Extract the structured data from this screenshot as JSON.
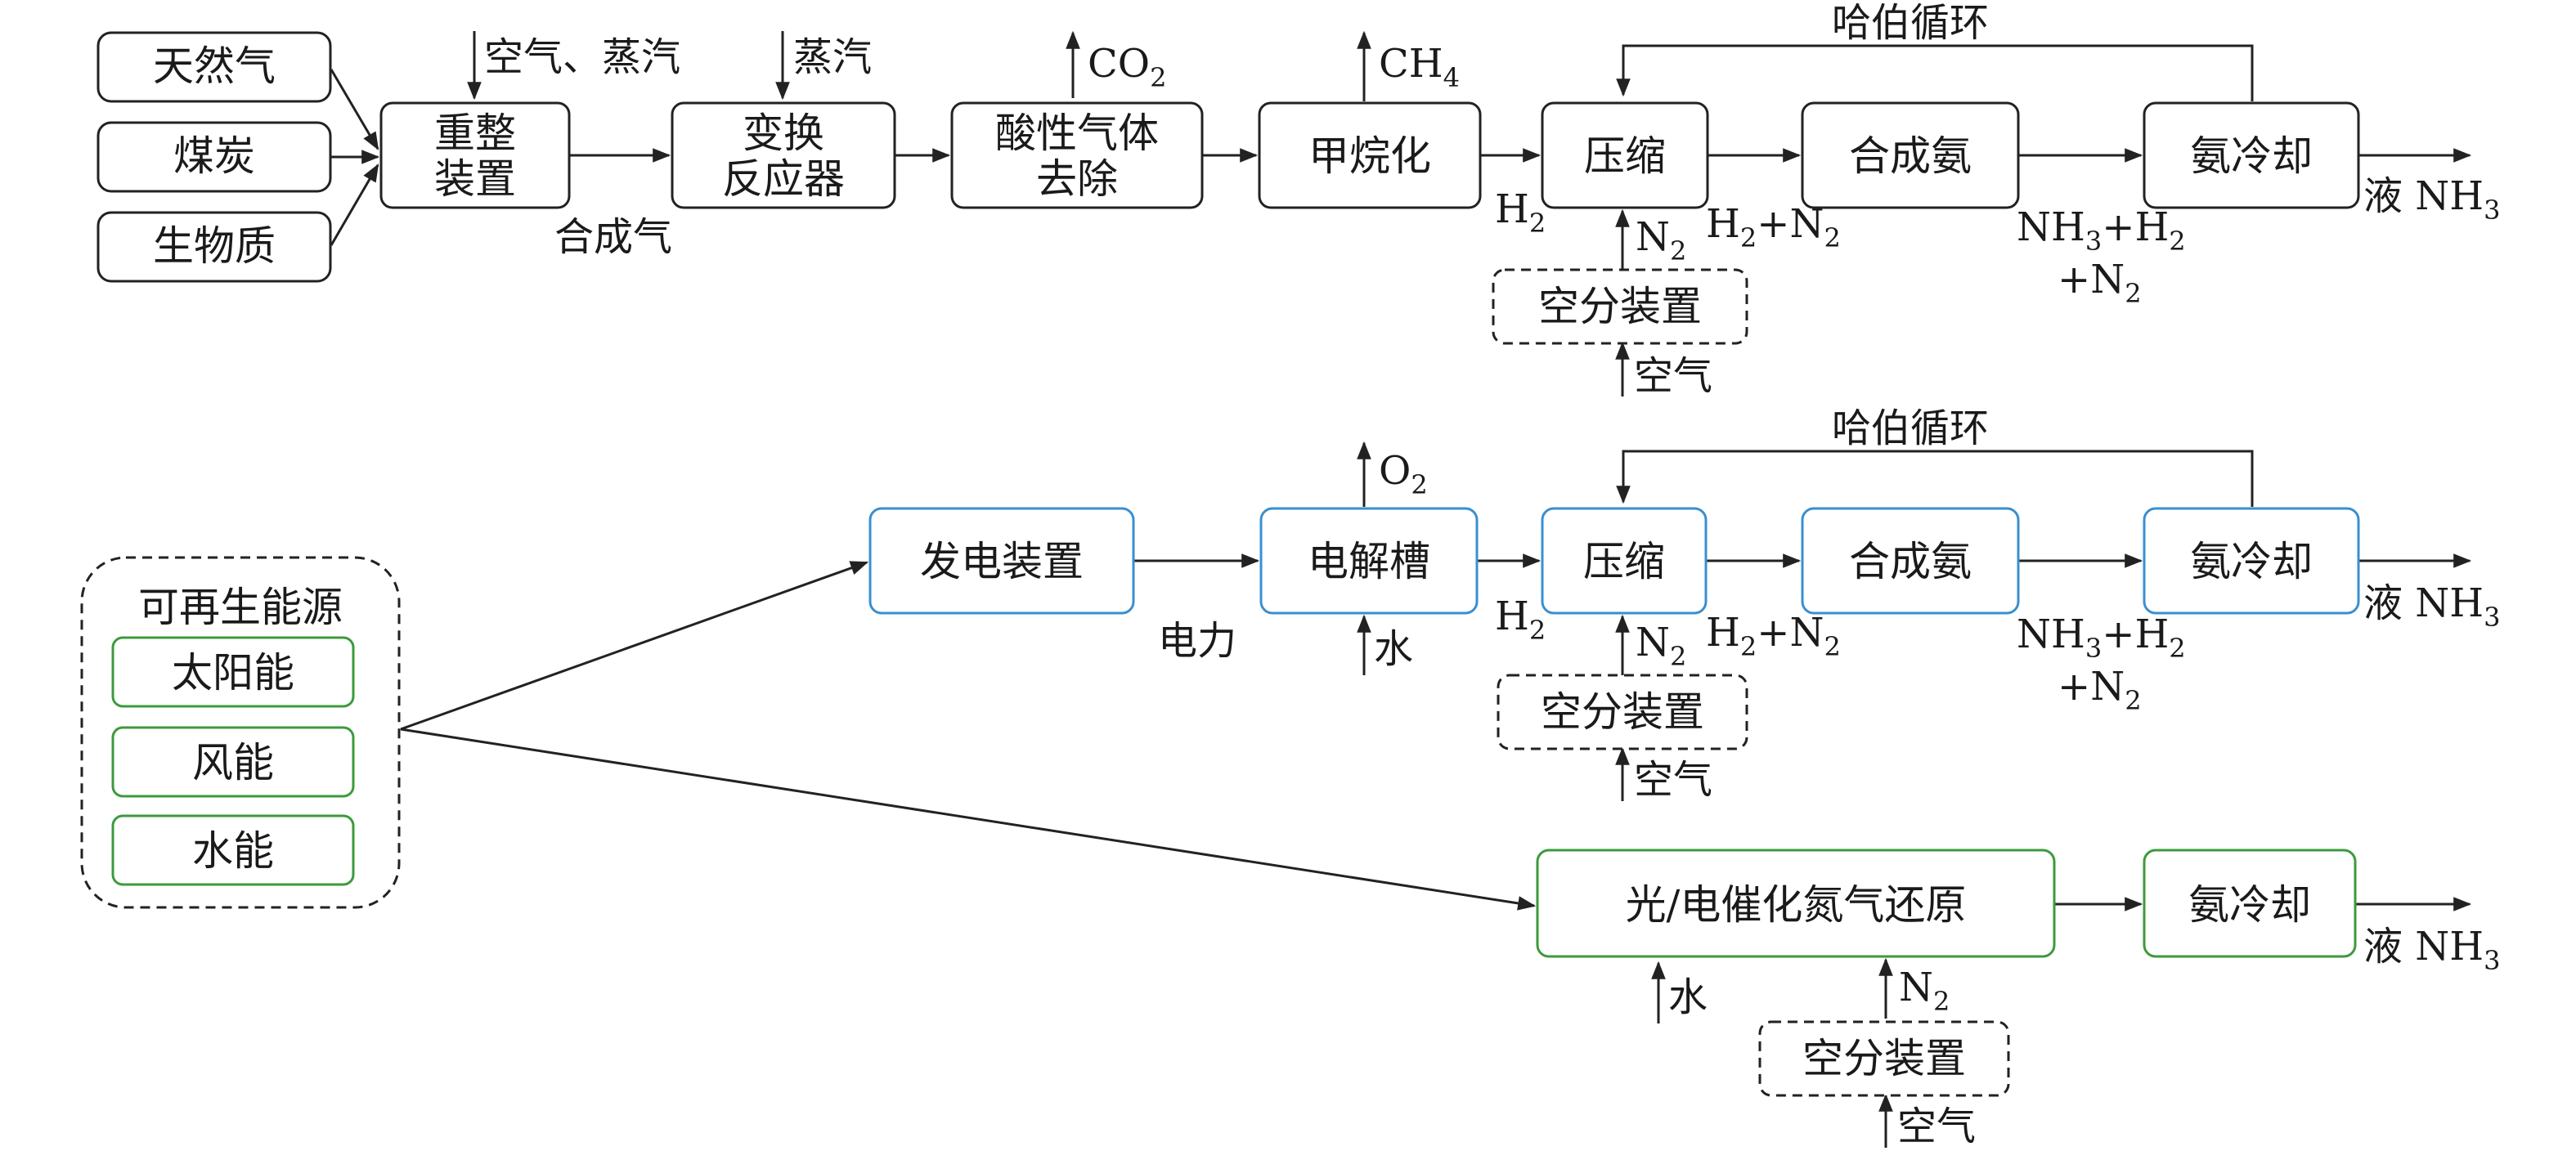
{
  "colors": {
    "black": "#222222",
    "blue": "#3a8fd0",
    "green": "#3c9a3c",
    "dashed": "#222222"
  },
  "row1": {
    "sources": [
      "天然气",
      "煤炭",
      "生物质"
    ],
    "reformer": [
      "重整",
      "装置"
    ],
    "reformer_input": "空气、蒸汽",
    "syngas": "合成气",
    "shift": [
      "变换",
      "反应器"
    ],
    "shift_input": "蒸汽",
    "acid": [
      "酸性气体",
      "去除"
    ],
    "co2_main": "CO",
    "co2_sub": "2",
    "methanation": "甲烷化",
    "ch4_main": "CH",
    "ch4_sub": "4",
    "compress": "压缩",
    "h2_main": "H",
    "h2_sub": "2",
    "n2_main": "N",
    "n2_sub": "2",
    "h2n2_a": "H",
    "h2n2_b": "2",
    "h2n2_c": "+N",
    "h2n2_d": "2",
    "synthesis": "合成氨",
    "nh3_a": "NH",
    "nh3_b": "3",
    "nh3_c": "+H",
    "nh3_d": "2",
    "nh3_e": "+N",
    "nh3_f": "2",
    "cooling": "氨冷却",
    "product_text": "液 NH",
    "product_sub": "3",
    "haber": "哈伯循环",
    "asu": "空分装置",
    "air": "空气"
  },
  "row2": {
    "renewables_title": "可再生能源",
    "renewables": [
      "太阳能",
      "风能",
      "水能"
    ],
    "power": "发电装置",
    "electricity": "电力",
    "electrolyzer": "电解槽",
    "o2_main": "O",
    "o2_sub": "2",
    "water": "水",
    "compress": "压缩",
    "h2_main": "H",
    "h2_sub": "2",
    "n2_main": "N",
    "n2_sub": "2",
    "h2n2_a": "H",
    "h2n2_b": "2",
    "h2n2_c": "+N",
    "h2n2_d": "2",
    "synthesis": "合成氨",
    "nh3_a": "NH",
    "nh3_b": "3",
    "nh3_c": "+H",
    "nh3_d": "2",
    "nh3_e": "+N",
    "nh3_f": "2",
    "cooling": "氨冷却",
    "product_text": "液 NH",
    "product_sub": "3",
    "haber": "哈伯循环",
    "asu": "空分装置",
    "air": "空气"
  },
  "row3": {
    "catalysis": "光/电催化氮气还原",
    "cooling": "氨冷却",
    "product_text": "液 NH",
    "product_sub": "3",
    "water": "水",
    "n2_main": "N",
    "n2_sub": "2",
    "asu": "空分装置",
    "air": "空气"
  }
}
